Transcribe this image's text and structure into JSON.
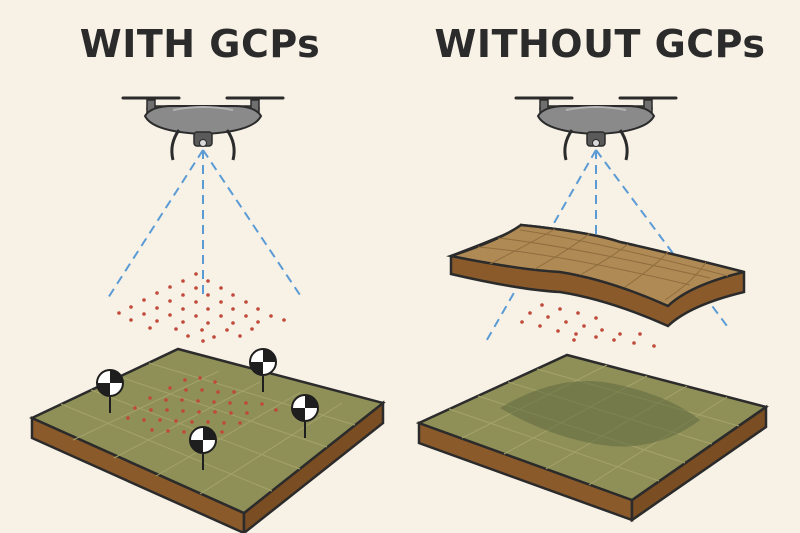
{
  "panels": [
    {
      "title": "WITH GCPs",
      "items": [
        "drone-icon",
        "camera-cone",
        "point-cloud",
        "ground-terrain",
        "gcp-target-icon"
      ],
      "gcp_count": 4
    },
    {
      "title": "WITHOUT GCPs",
      "items": [
        "drone-icon",
        "camera-cone",
        "point-cloud",
        "floating-distorted-model",
        "ground-terrain"
      ],
      "gcp_count": 0
    }
  ],
  "colors": {
    "background": "#f7f1e6",
    "title_text": "#2b2b2b",
    "drone_body": "#8a8a8a",
    "camera_cone": "#5b9bd5",
    "points": "#c0493a",
    "ground_top": "#8f8f58",
    "ground_side": "#8b5a2b",
    "model_top": "#b08a55",
    "gcp_black": "#1e1e1e",
    "gcp_white": "#ffffff"
  }
}
